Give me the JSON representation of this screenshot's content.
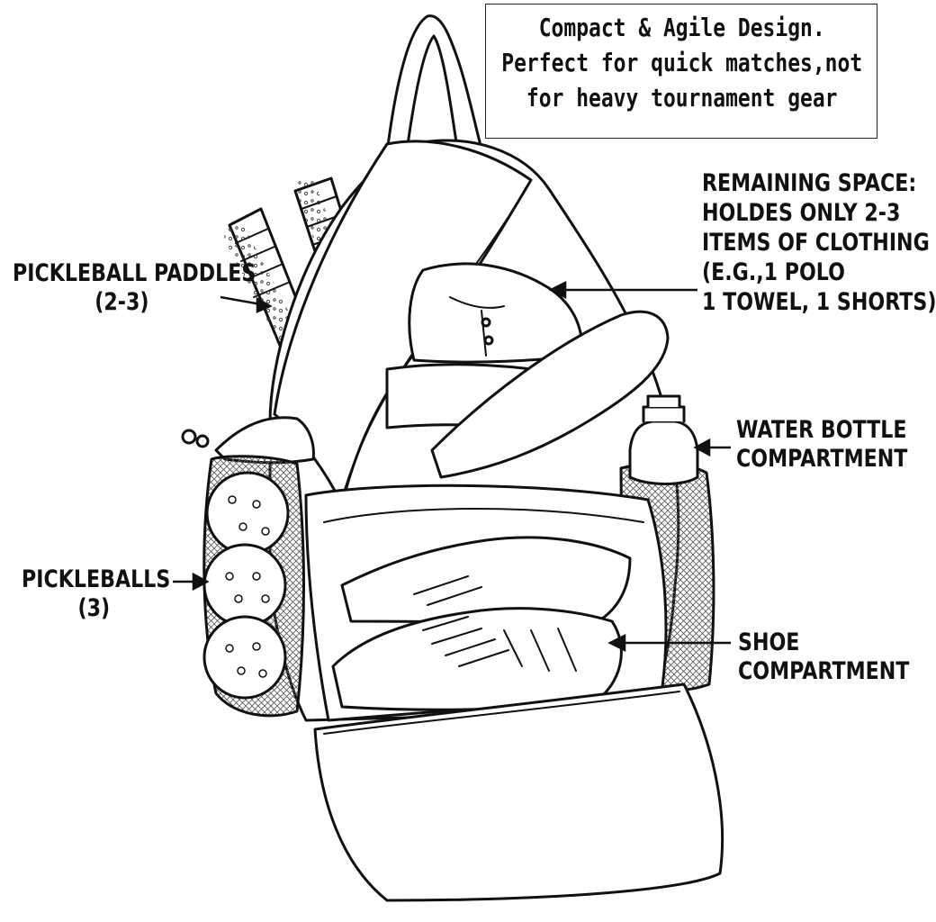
{
  "title_box": {
    "lines": [
      "Compact & Agile Design.",
      "Perfect for quick matches,not",
      "for heavy tournament gear"
    ]
  },
  "callouts": {
    "paddles": {
      "lines": [
        "PICKLEBALL PADDLES",
        "(2-3)"
      ]
    },
    "remaining_space": {
      "lines": [
        "REMAINING SPACE:",
        "HOLDES ONLY 2-3",
        "ITEMS OF CLOTHING",
        "(E.G.,1 POLO",
        "1 TOWEL, 1 SHORTS)"
      ]
    },
    "water_bottle": {
      "lines": [
        "WATER BOTTLE",
        "COMPARTMENT"
      ]
    },
    "pickleballs": {
      "lines": [
        "PICKLEBALLS",
        "(3)"
      ]
    },
    "shoe": {
      "lines": [
        "SHOE",
        "COMPARTMENT"
      ]
    }
  },
  "colors": {
    "ink": "#111111",
    "background": "#ffffff",
    "mesh": "#555555"
  }
}
